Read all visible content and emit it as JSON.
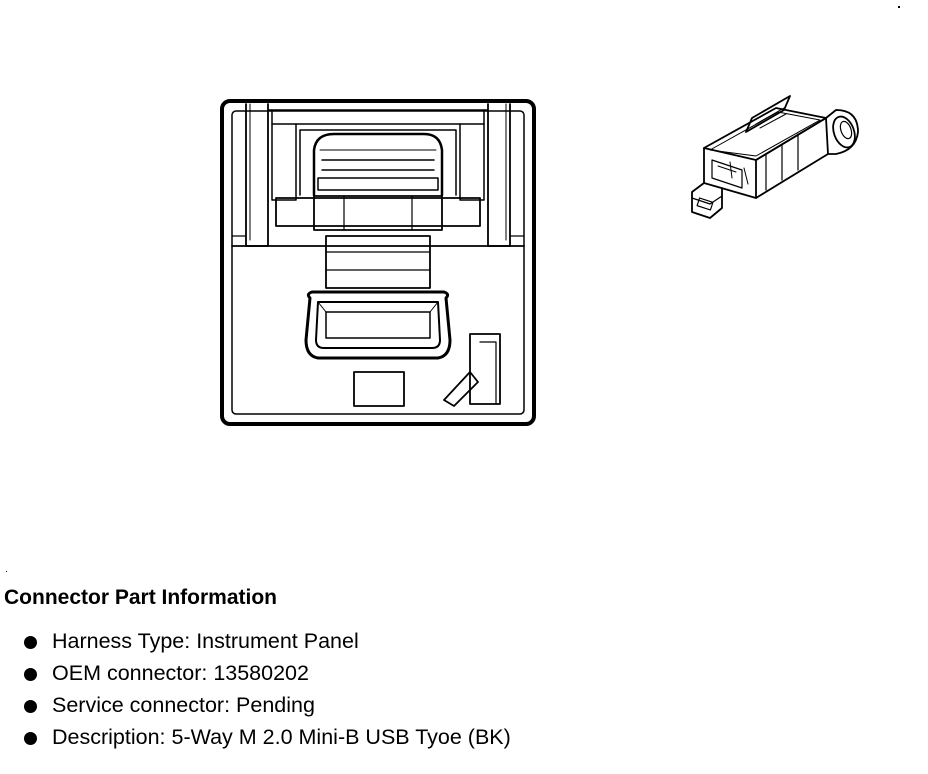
{
  "section": {
    "title": "Connector Part Information"
  },
  "details": [
    {
      "label": "Harness Type",
      "value": "Instrument Panel",
      "text": "Harness Type: Instrument Panel"
    },
    {
      "label": "OEM connector",
      "value": "13580202",
      "text": "OEM connector: 13580202"
    },
    {
      "label": "Service connector",
      "value": "Pending",
      "text": "Service connector: Pending"
    },
    {
      "label": "Description",
      "value": "5-Way M 2.0 Mini-B USB Tyoe (BK)",
      "text": "Description: 5-Way M 2.0 Mini-B USB Tyoe (BK)"
    }
  ],
  "colors": {
    "line": "#000000",
    "background": "#ffffff"
  }
}
